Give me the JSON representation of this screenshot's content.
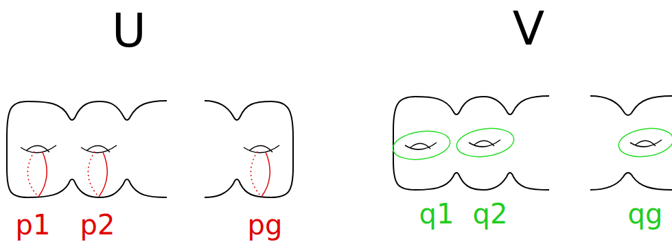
{
  "diagram": {
    "labels": [
      "U",
      "V",
      "p1",
      "p2",
      "pg",
      "q1",
      "q2",
      "qg"
    ]
  }
}
